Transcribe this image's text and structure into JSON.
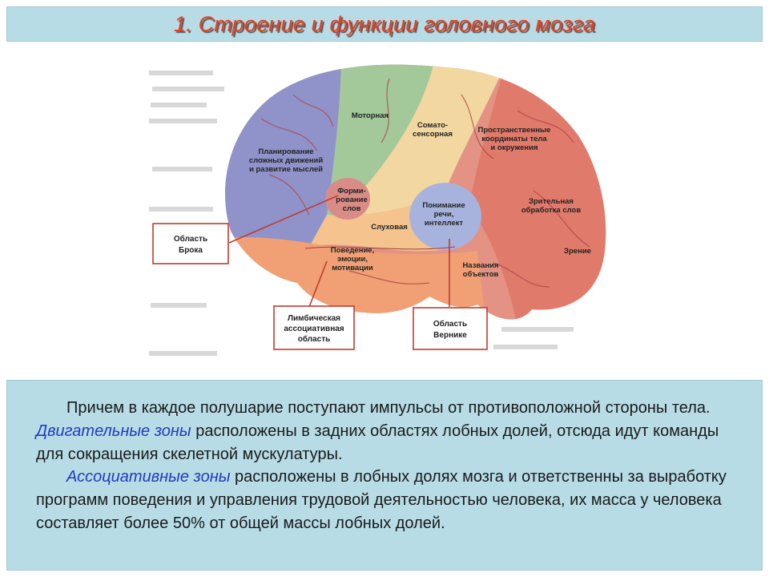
{
  "title": "1. Строение и функции головного мозга",
  "diagram": {
    "zones": {
      "planning": [
        "Планирование",
        "сложных движений",
        "и развитие мыслей"
      ],
      "motor": [
        "Моторная"
      ],
      "somato": [
        "Сомато-",
        "сенсорная"
      ],
      "spatial": [
        "Пространственные",
        "координаты тела",
        "и окружения"
      ],
      "speech_form": [
        "Форми-",
        "рование",
        "слов"
      ],
      "auditory": [
        "Слуховая"
      ],
      "understanding": [
        "Понимание",
        "речи,",
        "интеллект"
      ],
      "visual_words": [
        "Зрительная",
        "обработка слов"
      ],
      "vision": [
        "Зрение"
      ],
      "behavior": [
        "Поведение,",
        "эмоции,",
        "мотивации"
      ],
      "naming": [
        "Названия",
        "объектов"
      ]
    },
    "callouts": {
      "broca": [
        "Область",
        "Брока"
      ],
      "limbic": [
        "Лимбическая",
        "ассоциативная",
        "область"
      ],
      "wernicke": [
        "Область",
        "Вернике"
      ]
    }
  },
  "text": {
    "p1_a": "Причем в каждое полушарие поступают импульсы от противоположной стороны тела. ",
    "p1_hl": "Двигательные зоны",
    "p1_b": " расположены в задних областях лобных долей, отсюда идут команды для сокращения скелетной мускулатуры.",
    "p2_hl": "Ассоциативные зоны",
    "p2_b": " расположены в лобных долях мозга и ответственны за выработку программ поведения и управления трудовой деятельностью человека, их масса у человека составляет более 50% от общей массы лобных долей."
  }
}
